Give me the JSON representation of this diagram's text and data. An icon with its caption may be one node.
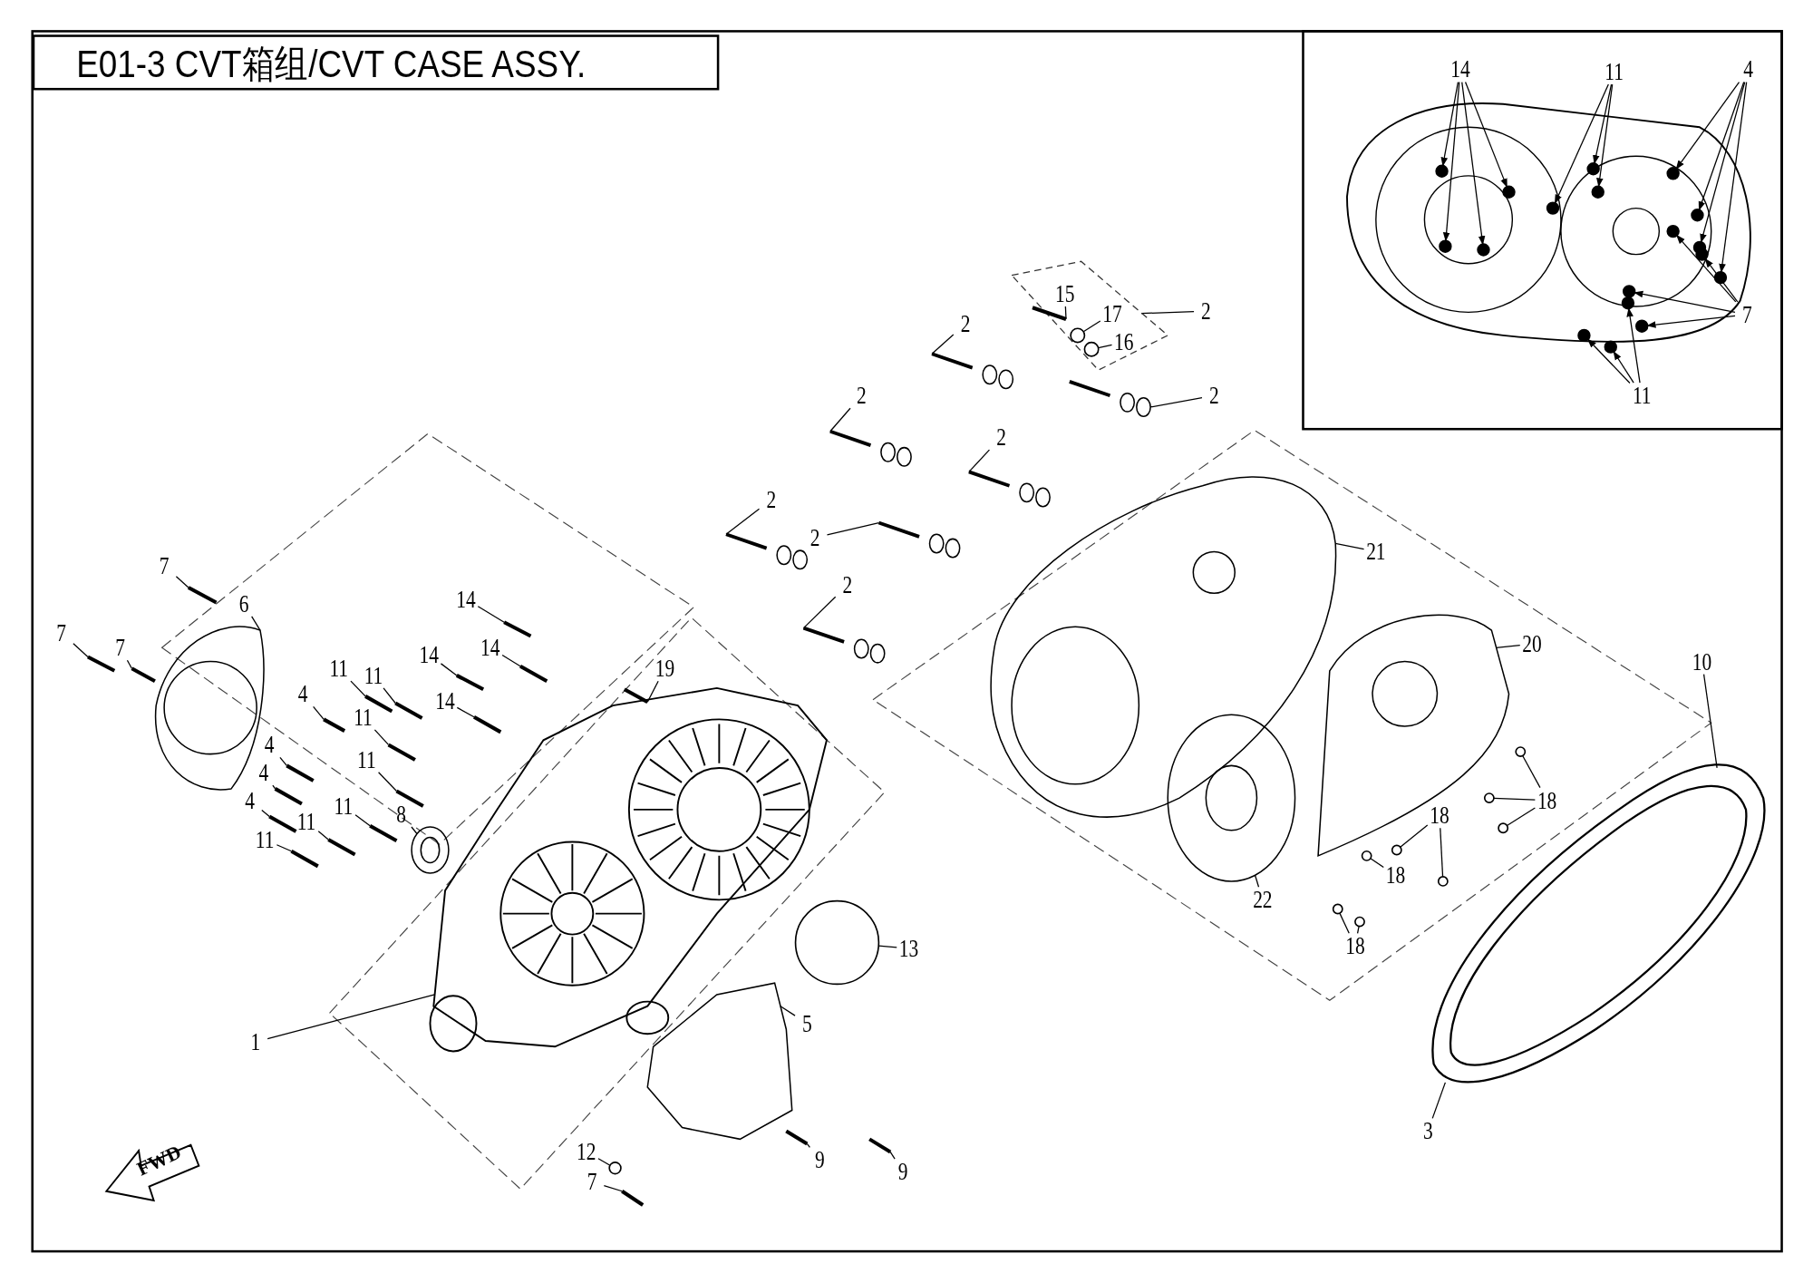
{
  "diagram": {
    "title": "E01-3 CVT箱组/CVT CASE ASSY.",
    "nodes": [
      {
        "text": [
          "14"
        ]
      },
      {
        "text": [
          "11"
        ]
      },
      {
        "text": [
          "4"
        ]
      },
      {
        "text": [
          "7"
        ]
      },
      {
        "text": [
          "11"
        ]
      },
      {
        "text": [
          "15"
        ],
        "in": 74
      },
      {
        "text": [
          "17"
        ],
        "in": 74
      },
      {
        "text": [
          "16"
        ],
        "in": 74
      },
      {
        "text": [
          "2"
        ]
      },
      {
        "text": [
          "2"
        ]
      },
      {
        "text": [
          "2"
        ]
      },
      {
        "text": [
          "2"
        ]
      },
      {
        "text": [
          "2"
        ]
      },
      {
        "text": [
          "2"
        ]
      },
      {
        "text": [
          "2"
        ]
      },
      {
        "text": [
          "2"
        ]
      },
      {
        "text": [
          "21"
        ]
      },
      {
        "text": [
          "20"
        ]
      },
      {
        "text": [
          "10"
        ]
      },
      {
        "text": [
          "18"
        ]
      },
      {
        "text": [
          "18"
        ]
      },
      {
        "text": [
          "18"
        ]
      },
      {
        "text": [
          "18"
        ]
      },
      {
        "text": [
          "22"
        ]
      },
      {
        "text": [
          "3"
        ]
      },
      {
        "text": [
          "7"
        ]
      },
      {
        "text": [
          "6"
        ]
      },
      {
        "text": [
          "7"
        ]
      },
      {
        "text": [
          "7"
        ]
      },
      {
        "text": [
          "14"
        ]
      },
      {
        "text": [
          "14"
        ]
      },
      {
        "text": [
          "14"
        ]
      },
      {
        "text": [
          "14"
        ]
      },
      {
        "text": [
          "11"
        ]
      },
      {
        "text": [
          "11"
        ]
      },
      {
        "text": [
          "4"
        ]
      },
      {
        "text": [
          "11"
        ]
      },
      {
        "text": [
          "11"
        ]
      },
      {
        "text": [
          "4"
        ]
      },
      {
        "text": [
          "4"
        ]
      },
      {
        "text": [
          "4"
        ]
      },
      {
        "text": [
          "11"
        ]
      },
      {
        "text": [
          "11"
        ]
      },
      {
        "text": [
          "11"
        ]
      },
      {
        "text": [
          "8"
        ]
      },
      {
        "text": [
          "19"
        ]
      },
      {
        "text": [
          "1"
        ]
      },
      {
        "text": [
          "13"
        ]
      },
      {
        "text": [
          "5"
        ]
      },
      {
        "text": [
          "9"
        ]
      },
      {
        "text": [
          "9"
        ]
      },
      {
        "text": [
          "12"
        ]
      },
      {
        "text": [
          "7"
        ]
      },
      {
        "text": [],
        "shape": "circle"
      },
      {
        "text": [],
        "shape": "circle"
      },
      {
        "text": [],
        "shape": "circle"
      },
      {
        "text": [],
        "shape": "circle"
      },
      {
        "text": [],
        "shape": "circle"
      },
      {
        "text": [],
        "shape": "circle"
      },
      {
        "text": [],
        "shape": "circle"
      },
      {
        "text": [],
        "shape": "circle"
      },
      {
        "text": [],
        "shape": "circle"
      },
      {
        "text": [],
        "shape": "circle"
      },
      {
        "text": [],
        "shape": "circle"
      },
      {
        "text": [],
        "shape": "circle"
      },
      {
        "text": [],
        "shape": "circle"
      },
      {
        "text": [],
        "shape": "circle"
      },
      {
        "text": [],
        "shape": "circle"
      },
      {
        "text": [],
        "shape": "circle"
      },
      {
        "text": [],
        "shape": "circle"
      },
      {
        "text": [],
        "shape": "circle"
      },
      {
        "text": [],
        "shape": "bar",
        "in": 74
      },
      {
        "text": [],
        "shape": "circle",
        "in": 74
      },
      {
        "text": [],
        "shape": "circle",
        "in": 74
      },
      {
        "text": [],
        "shape": "box"
      },
      {
        "text": [],
        "shape": "picture"
      },
      {
        "text": [],
        "shape": "picture"
      },
      {
        "text": [],
        "shape": "picture"
      },
      {
        "text": [],
        "shape": "picture"
      },
      {
        "text": [],
        "shape": "picture"
      },
      {
        "text": [],
        "shape": "picture"
      },
      {
        "text": [],
        "shape": "picture"
      },
      {
        "text": [],
        "shape": "picture"
      },
      {
        "text": [],
        "shape": "picture"
      },
      {
        "text": [],
        "shape": "picture"
      },
      {
        "text": [],
        "shape": "circle"
      },
      {
        "text": [],
        "shape": "circle"
      },
      {
        "text": [],
        "shape": "circle"
      },
      {
        "text": [],
        "shape": "circle"
      },
      {
        "text": [],
        "shape": "circle"
      },
      {
        "text": [],
        "shape": "circle"
      },
      {
        "text": [],
        "shape": "circle"
      },
      {
        "text": [],
        "shape": "circle"
      },
      {
        "text": [],
        "shape": "picture"
      },
      {
        "text": [],
        "shape": "bar"
      },
      {
        "text": [],
        "shape": "picture"
      },
      {
        "text": [],
        "shape": "bar"
      },
      {
        "text": [],
        "shape": "bar"
      },
      {
        "text": [],
        "shape": "bar"
      },
      {
        "text": [],
        "shape": "bar"
      },
      {
        "text": [],
        "shape": "bar"
      },
      {
        "text": [],
        "shape": "bar"
      },
      {
        "text": [],
        "shape": "bar"
      },
      {
        "text": [],
        "shape": "bar"
      },
      {
        "text": [],
        "shape": "bar"
      },
      {
        "text": [],
        "shape": "bar"
      },
      {
        "text": [],
        "shape": "bar"
      },
      {
        "text": [],
        "shape": "bar"
      },
      {
        "text": [],
        "shape": "bar"
      },
      {
        "text": [],
        "shape": "bar"
      },
      {
        "text": [],
        "shape": "bar"
      },
      {
        "text": [],
        "shape": "bar"
      },
      {
        "text": [],
        "shape": "bar"
      },
      {
        "text": [],
        "shape": "picture"
      },
      {
        "text": [],
        "shape": "bar"
      },
      {
        "text": [],
        "shape": "picture"
      },
      {
        "text": [],
        "shape": "circle"
      },
      {
        "text": [],
        "shape": "picture"
      },
      {
        "text": [],
        "shape": "bar"
      },
      {
        "text": [],
        "shape": "bar"
      },
      {
        "text": [],
        "shape": "circle"
      },
      {
        "text": [],
        "shape": "bar"
      }
    ],
    "edges": [
      {
        "from": 0,
        "to": 53,
        "arrow": "to"
      },
      {
        "from": 0,
        "to": 54,
        "arrow": "to"
      },
      {
        "from": 0,
        "to": 55,
        "arrow": "to"
      },
      {
        "from": 0,
        "to": 56,
        "arrow": "to"
      },
      {
        "from": 1,
        "to": 57,
        "arrow": "to"
      },
      {
        "from": 1,
        "to": 58,
        "arrow": "to"
      },
      {
        "from": 1,
        "to": 59,
        "arrow": "to"
      },
      {
        "from": 2,
        "to": 60,
        "arrow": "to"
      },
      {
        "from": 2,
        "to": 61,
        "arrow": "to"
      },
      {
        "from": 2,
        "to": 62,
        "arrow": "to"
      },
      {
        "from": 2,
        "to": 63,
        "arrow": "to"
      },
      {
        "from": 3,
        "to": 64,
        "arrow": "to"
      },
      {
        "from": 3,
        "to": 65,
        "arrow": "to"
      },
      {
        "from": 3,
        "to": 66,
        "arrow": "to"
      },
      {
        "from": 3,
        "to": 67,
        "arrow": "to"
      },
      {
        "from": 4,
        "to": 68,
        "arrow": "to"
      },
      {
        "from": 4,
        "to": 69,
        "arrow": "to"
      },
      {
        "from": 4,
        "to": 70,
        "arrow": "to"
      },
      {
        "from": 5,
        "to": 71,
        "arrow": "none"
      },
      {
        "from": 6,
        "to": 72,
        "arrow": "none"
      },
      {
        "from": 7,
        "to": 73,
        "arrow": "none"
      },
      {
        "from": 8,
        "to": 74,
        "arrow": "none"
      },
      {
        "from": 9,
        "to": 75,
        "arrow": "none"
      },
      {
        "from": 10,
        "to": 76,
        "arrow": "none"
      },
      {
        "from": 11,
        "to": 77,
        "arrow": "none"
      },
      {
        "from": 12,
        "to": 78,
        "arrow": "none"
      },
      {
        "from": 13,
        "to": 79,
        "arrow": "none"
      },
      {
        "from": 14,
        "to": 80,
        "arrow": "none"
      },
      {
        "from": 15,
        "to": 81,
        "arrow": "none"
      },
      {
        "from": 16,
        "to": 82,
        "arrow": "none"
      },
      {
        "from": 17,
        "to": 83,
        "arrow": "none"
      },
      {
        "from": 18,
        "to": 84,
        "arrow": "none"
      },
      {
        "from": 19,
        "to": 85,
        "arrow": "none"
      },
      {
        "from": 19,
        "to": 86,
        "arrow": "none"
      },
      {
        "from": 19,
        "to": 87,
        "arrow": "none"
      },
      {
        "from": 20,
        "to": 88,
        "arrow": "none"
      },
      {
        "from": 20,
        "to": 89,
        "arrow": "none"
      },
      {
        "from": 21,
        "to": 90,
        "arrow": "none"
      },
      {
        "from": 22,
        "to": 91,
        "arrow": "none"
      },
      {
        "from": 22,
        "to": 92,
        "arrow": "none"
      },
      {
        "from": 23,
        "to": 93,
        "arrow": "none"
      },
      {
        "from": 24,
        "to": 84,
        "arrow": "none"
      },
      {
        "from": 25,
        "to": 94,
        "arrow": "none"
      },
      {
        "from": 26,
        "to": 95,
        "arrow": "none"
      },
      {
        "from": 27,
        "to": 96,
        "arrow": "none"
      },
      {
        "from": 28,
        "to": 97,
        "arrow": "none"
      },
      {
        "from": 29,
        "to": 98,
        "arrow": "none"
      },
      {
        "from": 30,
        "to": 99,
        "arrow": "none"
      },
      {
        "from": 31,
        "to": 100,
        "arrow": "none"
      },
      {
        "from": 32,
        "to": 101,
        "arrow": "none"
      },
      {
        "from": 33,
        "to": 102,
        "arrow": "none"
      },
      {
        "from": 34,
        "to": 103,
        "arrow": "none"
      },
      {
        "from": 35,
        "to": 104,
        "arrow": "none"
      },
      {
        "from": 36,
        "to": 105,
        "arrow": "none"
      },
      {
        "from": 37,
        "to": 106,
        "arrow": "none"
      },
      {
        "from": 38,
        "to": 107,
        "arrow": "none"
      },
      {
        "from": 39,
        "to": 108,
        "arrow": "none"
      },
      {
        "from": 40,
        "to": 109,
        "arrow": "none"
      },
      {
        "from": 41,
        "to": 110,
        "arrow": "none"
      },
      {
        "from": 42,
        "to": 111,
        "arrow": "none"
      },
      {
        "from": 43,
        "to": 112,
        "arrow": "none"
      },
      {
        "from": 44,
        "to": 113,
        "arrow": "none"
      },
      {
        "from": 45,
        "to": 114,
        "arrow": "none"
      },
      {
        "from": 46,
        "to": 115,
        "arrow": "none"
      },
      {
        "from": 47,
        "to": 116,
        "arrow": "none"
      },
      {
        "from": 48,
        "to": 117,
        "arrow": "none"
      },
      {
        "from": 49,
        "to": 118,
        "arrow": "none"
      },
      {
        "from": 50,
        "to": 119,
        "arrow": "none"
      },
      {
        "from": 51,
        "to": 120,
        "arrow": "none"
      },
      {
        "from": 52,
        "to": 121,
        "arrow": "none"
      }
    ],
    "labels": [
      "FWD"
    ]
  }
}
